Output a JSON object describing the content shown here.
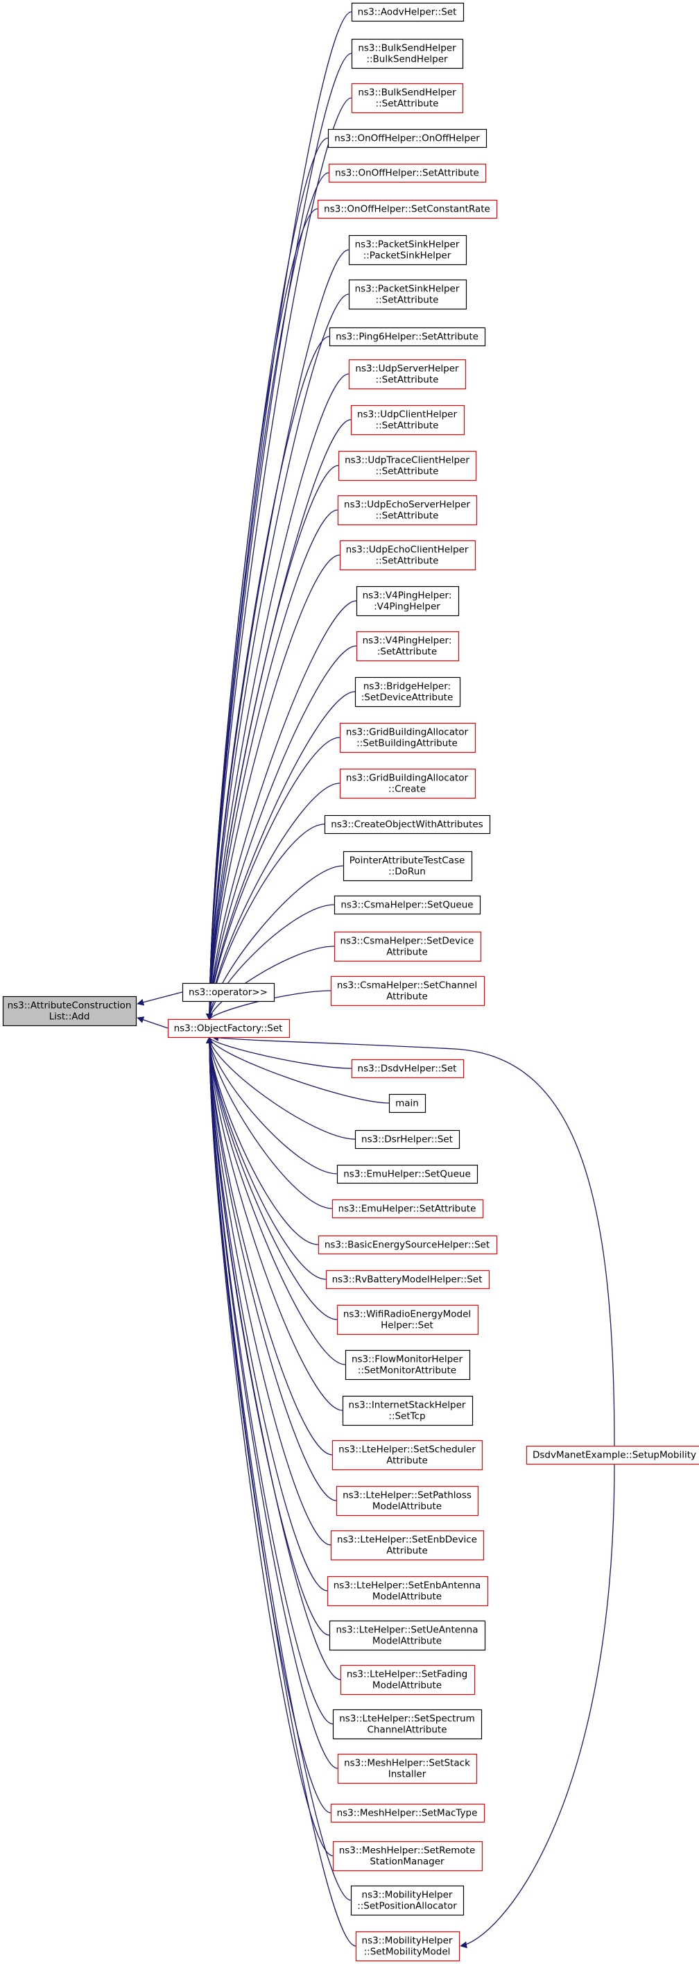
{
  "root": {
    "label": [
      "ns3::AttributeConstruction",
      "List::Add"
    ],
    "border": "#000000",
    "fill": "#bfbfbf"
  },
  "direct_callers": [
    {
      "label": [
        "ns3::operator>>"
      ],
      "border": "#000000"
    },
    {
      "label": [
        "ns3::ObjectFactory::Set"
      ],
      "border": "#ff0000"
    }
  ],
  "factory_set_callers": [
    {
      "label": [
        "ns3::AodvHelper::Set"
      ],
      "border": "#000000"
    },
    {
      "label": [
        "ns3::BulkSendHelper",
        "::BulkSendHelper"
      ],
      "border": "#000000"
    },
    {
      "label": [
        "ns3::BulkSendHelper",
        "::SetAttribute"
      ],
      "border": "#ff0000"
    },
    {
      "label": [
        "ns3::OnOffHelper::OnOffHelper"
      ],
      "border": "#000000"
    },
    {
      "label": [
        "ns3::OnOffHelper::SetAttribute"
      ],
      "border": "#ff0000"
    },
    {
      "label": [
        "ns3::OnOffHelper::SetConstantRate"
      ],
      "border": "#ff0000"
    },
    {
      "label": [
        "ns3::PacketSinkHelper",
        "::PacketSinkHelper"
      ],
      "border": "#000000"
    },
    {
      "label": [
        "ns3::PacketSinkHelper",
        "::SetAttribute"
      ],
      "border": "#000000"
    },
    {
      "label": [
        "ns3::Ping6Helper::SetAttribute"
      ],
      "border": "#000000"
    },
    {
      "label": [
        "ns3::UdpServerHelper",
        "::SetAttribute"
      ],
      "border": "#ff0000"
    },
    {
      "label": [
        "ns3::UdpClientHelper",
        "::SetAttribute"
      ],
      "border": "#ff0000"
    },
    {
      "label": [
        "ns3::UdpTraceClientHelper",
        "::SetAttribute"
      ],
      "border": "#ff0000"
    },
    {
      "label": [
        "ns3::UdpEchoServerHelper",
        "::SetAttribute"
      ],
      "border": "#ff0000"
    },
    {
      "label": [
        "ns3::UdpEchoClientHelper",
        "::SetAttribute"
      ],
      "border": "#ff0000"
    },
    {
      "label": [
        "ns3::V4PingHelper:",
        ":V4PingHelper"
      ],
      "border": "#000000"
    },
    {
      "label": [
        "ns3::V4PingHelper:",
        ":SetAttribute"
      ],
      "border": "#ff0000"
    },
    {
      "label": [
        "ns3::BridgeHelper:",
        ":SetDeviceAttribute"
      ],
      "border": "#000000"
    },
    {
      "label": [
        "ns3::GridBuildingAllocator",
        "::SetBuildingAttribute"
      ],
      "border": "#ff0000"
    },
    {
      "label": [
        "ns3::GridBuildingAllocator",
        "::Create"
      ],
      "border": "#ff0000"
    },
    {
      "label": [
        "ns3::CreateObjectWithAttributes"
      ],
      "border": "#000000"
    },
    {
      "label": [
        "PointerAttributeTestCase",
        "::DoRun"
      ],
      "border": "#000000"
    },
    {
      "label": [
        "ns3::CsmaHelper::SetQueue"
      ],
      "border": "#000000"
    },
    {
      "label": [
        "ns3::CsmaHelper::SetDevice",
        "Attribute"
      ],
      "border": "#ff0000"
    },
    {
      "label": [
        "ns3::CsmaHelper::SetChannel",
        "Attribute"
      ],
      "border": "#ff0000"
    },
    {
      "label": [
        "ns3::DsdvHelper::Set"
      ],
      "border": "#ff0000"
    },
    {
      "label": [
        "main"
      ],
      "border": "#000000"
    },
    {
      "label": [
        "ns3::DsrHelper::Set"
      ],
      "border": "#000000"
    },
    {
      "label": [
        "ns3::EmuHelper::SetQueue"
      ],
      "border": "#000000"
    },
    {
      "label": [
        "ns3::EmuHelper::SetAttribute"
      ],
      "border": "#ff0000"
    },
    {
      "label": [
        "ns3::BasicEnergySourceHelper::Set"
      ],
      "border": "#ff0000"
    },
    {
      "label": [
        "ns3::RvBatteryModelHelper::Set"
      ],
      "border": "#ff0000"
    },
    {
      "label": [
        "ns3::WifiRadioEnergyModel",
        "Helper::Set"
      ],
      "border": "#ff0000"
    },
    {
      "label": [
        "ns3::FlowMonitorHelper",
        "::SetMonitorAttribute"
      ],
      "border": "#000000"
    },
    {
      "label": [
        "ns3::InternetStackHelper",
        "::SetTcp"
      ],
      "border": "#000000"
    },
    {
      "label": [
        "ns3::LteHelper::SetScheduler",
        "Attribute"
      ],
      "border": "#ff0000"
    },
    {
      "label": [
        "ns3::LteHelper::SetPathloss",
        "ModelAttribute"
      ],
      "border": "#ff0000"
    },
    {
      "label": [
        "ns3::LteHelper::SetEnbDevice",
        "Attribute"
      ],
      "border": "#ff0000"
    },
    {
      "label": [
        "ns3::LteHelper::SetEnbAntenna",
        "ModelAttribute"
      ],
      "border": "#ff0000"
    },
    {
      "label": [
        "ns3::LteHelper::SetUeAntenna",
        "ModelAttribute"
      ],
      "border": "#000000"
    },
    {
      "label": [
        "ns3::LteHelper::SetFading",
        "ModelAttribute"
      ],
      "border": "#ff0000"
    },
    {
      "label": [
        "ns3::LteHelper::SetSpectrum",
        "ChannelAttribute"
      ],
      "border": "#000000"
    },
    {
      "label": [
        "ns3::MeshHelper::SetStack",
        "Installer"
      ],
      "border": "#ff0000"
    },
    {
      "label": [
        "ns3::MeshHelper::SetMacType"
      ],
      "border": "#ff0000"
    },
    {
      "label": [
        "ns3::MeshHelper::SetRemote",
        "StationManager"
      ],
      "border": "#ff0000"
    },
    {
      "label": [
        "ns3::MobilityHelper",
        "::SetPositionAllocator"
      ],
      "border": "#000000"
    },
    {
      "label": [
        "ns3::MobilityHelper",
        "::SetMobilityModel"
      ],
      "border": "#ff0000"
    }
  ],
  "mobility_caller": {
    "label": [
      "DsdvManetExample::SetupMobility"
    ],
    "border": "#ff0000"
  },
  "colors": {
    "edge": "#191970",
    "node_fill": "#ffffff"
  }
}
